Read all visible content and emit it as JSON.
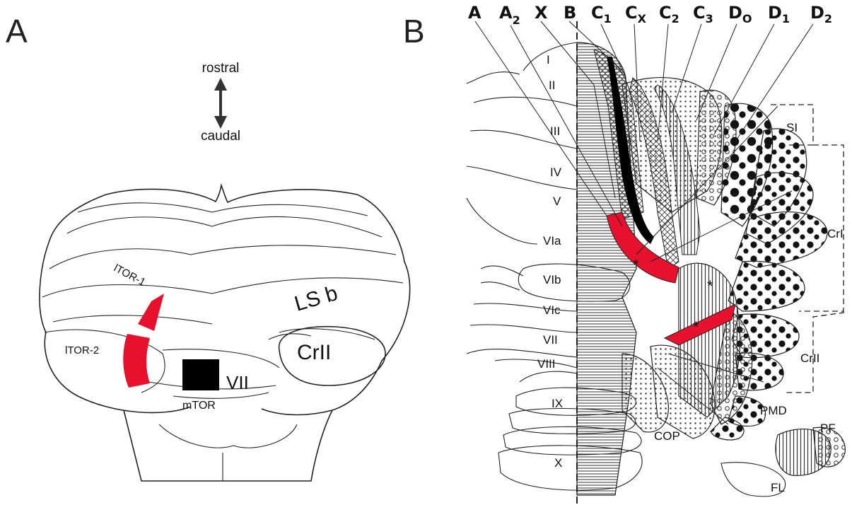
{
  "panel_a": {
    "letter": "A",
    "arrow_top": "rostral",
    "arrow_bottom": "caudal",
    "labels": {
      "ltor1": "lTOR-1",
      "ltor2": "lTOR-2",
      "lsb": "LS b",
      "crii": "CrII",
      "vii": "VII",
      "mtor": "mTOR"
    }
  },
  "panel_b": {
    "letter": "B",
    "zones": [
      {
        "main": "A",
        "sub": ""
      },
      {
        "main": "A",
        "sub": "2"
      },
      {
        "main": "X",
        "sub": ""
      },
      {
        "main": "B",
        "sub": ""
      },
      {
        "main": "C",
        "sub": "1"
      },
      {
        "main": "C",
        "sub": "X"
      },
      {
        "main": "C",
        "sub": "2"
      },
      {
        "main": "C",
        "sub": "3"
      },
      {
        "main": "D",
        "sub": "O"
      },
      {
        "main": "D",
        "sub": "1"
      },
      {
        "main": "D",
        "sub": "2"
      }
    ],
    "lobules": [
      "I",
      "II",
      "III",
      "IV",
      "V",
      "VIa",
      "VIb",
      "VIc",
      "VII",
      "VIII",
      "IX",
      "X"
    ],
    "regions": {
      "si": "SI",
      "cri": "CrI",
      "crii": "CrII",
      "pmd": "PMD",
      "cop": "COP",
      "pf": "PF",
      "fl": "FL"
    },
    "asterisk": "*"
  },
  "colors": {
    "highlight": "#e8112d",
    "ink": "#222222",
    "block": "#000000"
  }
}
